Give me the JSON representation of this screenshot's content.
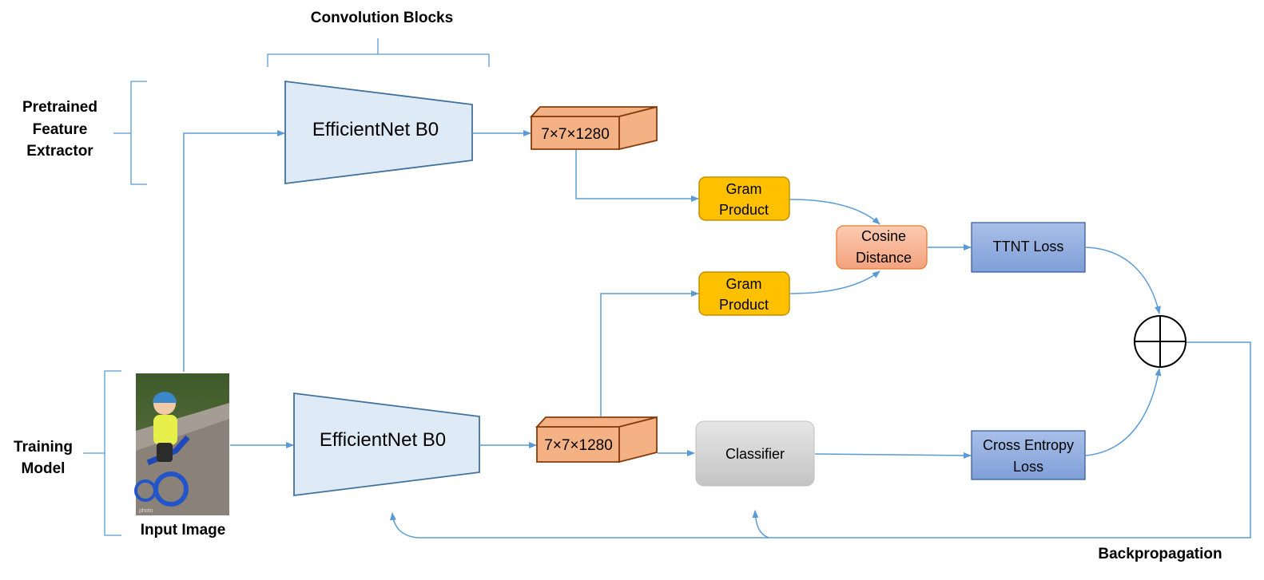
{
  "labels": {
    "convolution_blocks": "Convolution Blocks",
    "pretrained_line1": "Pretrained",
    "pretrained_line2": "Feature",
    "pretrained_line3": "Extractor",
    "training_line1": "Training",
    "training_line2": "Model",
    "input_image": "Input Image",
    "backpropagation": "Backpropagation"
  },
  "nodes": {
    "efficientnet_top": "EfficientNet B0",
    "efficientnet_bottom": "EfficientNet B0",
    "tensor_top": "7×7×1280",
    "tensor_bottom": "7×7×1280",
    "gram_top_line1": "Gram",
    "gram_top_line2": "Product",
    "gram_bottom_line1": "Gram",
    "gram_bottom_line2": "Product",
    "cosine_line1": "Cosine",
    "cosine_line2": "Distance",
    "ttnt_loss": "TTNT Loss",
    "classifier": "Classifier",
    "ce_line1": "Cross Entropy",
    "ce_line2": "Loss"
  },
  "colors": {
    "connector": "#5b9bd5",
    "efficientnet_fill": "#deebf7",
    "efficientnet_stroke": "#41719c",
    "tensor_fill": "#f4b183",
    "tensor_stroke": "#843c0c",
    "gram_fill": "#ffc000",
    "gram_stroke": "#bf9000",
    "cosine_fill": "#f8b89a",
    "cosine_stroke": "#ed7d31",
    "loss_fill": "#8faadc",
    "loss_stroke": "#2f5597",
    "classifier_fill": "#d0d0d0"
  }
}
